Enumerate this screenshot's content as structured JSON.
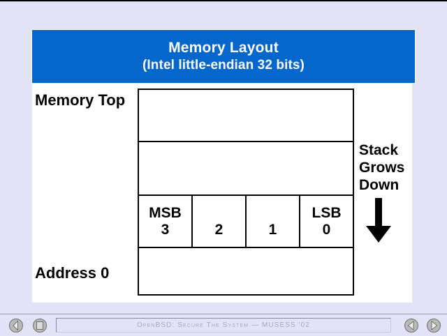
{
  "slide": {
    "title": {
      "line1": "Memory Layout",
      "line2": "(Intel little-endian 32 bits)"
    },
    "banner_color": "#0566cc",
    "labels": {
      "memory_top": "Memory Top",
      "address_zero": "Address 0"
    },
    "stack_note": {
      "line1": "Stack",
      "line2": "Grows",
      "line3": "Down",
      "arrow": "down-arrow"
    },
    "memory_table": {
      "rows": [
        {
          "name": "empty-top",
          "cells": []
        },
        {
          "name": "empty-middle",
          "cells": []
        },
        {
          "name": "byte-row",
          "cells": [
            {
              "tag": "MSB",
              "num": "3"
            },
            {
              "tag": "",
              "num": "2"
            },
            {
              "tag": "",
              "num": "1"
            },
            {
              "tag": "LSB",
              "num": "0"
            }
          ]
        },
        {
          "name": "empty-bottom",
          "cells": []
        }
      ]
    }
  },
  "toolbar": {
    "status_text": "OpenBSD: Secure The System — MUSESS '02",
    "buttons": [
      {
        "name": "back-button",
        "icon": "back-arrow-icon"
      },
      {
        "name": "stop-button",
        "icon": "stop-square-icon"
      },
      {
        "name": "previous-slide-button",
        "icon": "left-triangle-icon"
      },
      {
        "name": "next-slide-button",
        "icon": "right-triangle-icon"
      }
    ]
  }
}
